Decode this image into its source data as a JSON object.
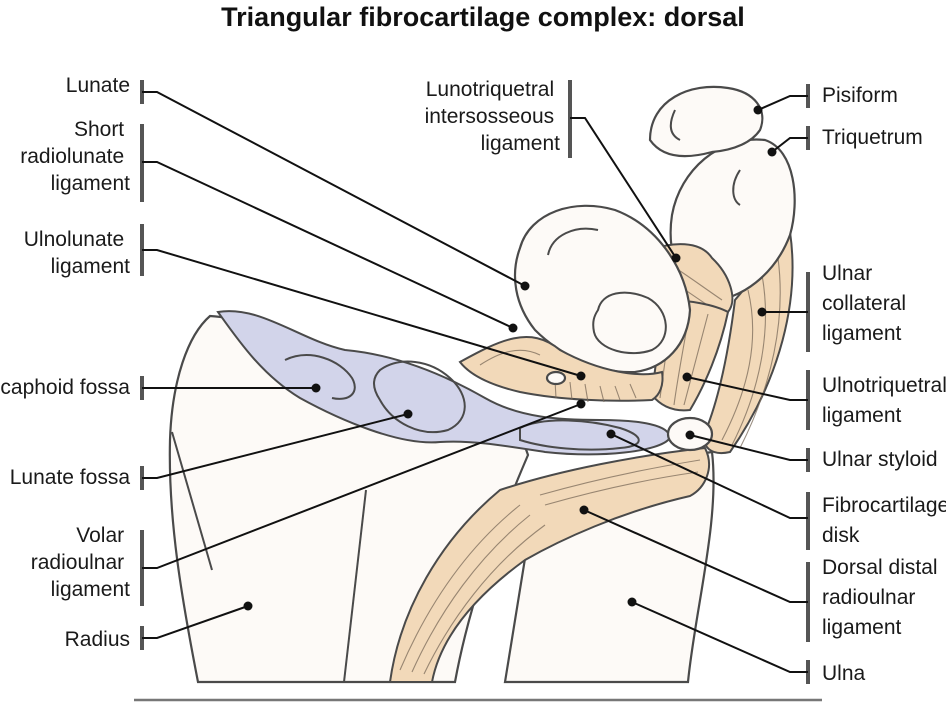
{
  "title": "Triangular fibrocartilage complex: dorsal",
  "labels": {
    "lunate": [
      "Lunate"
    ],
    "short_radiolunate_ligament": [
      "Short",
      "radiolunate",
      "ligament"
    ],
    "ulnolunate_ligament": [
      "Ulnolunate",
      "ligament"
    ],
    "scaphoid_fossa": [
      "Scaphoid fossa"
    ],
    "lunate_fossa": [
      "Lunate fossa"
    ],
    "volar_radioulnar_ligament": [
      "Volar",
      "radioulnar",
      "ligament"
    ],
    "radius": [
      "Radius"
    ],
    "lunotriquetral_interosseous_ligament": [
      "Lunotriquetral",
      "intersosseous",
      "ligament"
    ],
    "pisiform": [
      "Pisiform"
    ],
    "triquetrum": [
      "Triquetrum"
    ],
    "ulnar_collateral_ligament": [
      "Ulnar",
      "collateral",
      "ligament"
    ],
    "ulnotriquetral_ligament": [
      "Ulnotriquetral",
      "ligament"
    ],
    "ulnar_styloid": [
      "Ulnar styloid"
    ],
    "fibrocartilage_disk": [
      "Fibrocartilage",
      "disk"
    ],
    "dorsal_distal_radioulnar_ligament": [
      "Dorsal distal",
      "radioulnar",
      "ligament"
    ],
    "ulna": [
      "Ulna"
    ]
  },
  "colors": {
    "bone": "#fdfaf7",
    "ligament": "#f2d9b9",
    "fossa": "#d2d4ea",
    "outline": "#4a4a4a",
    "leader": "#111111"
  }
}
